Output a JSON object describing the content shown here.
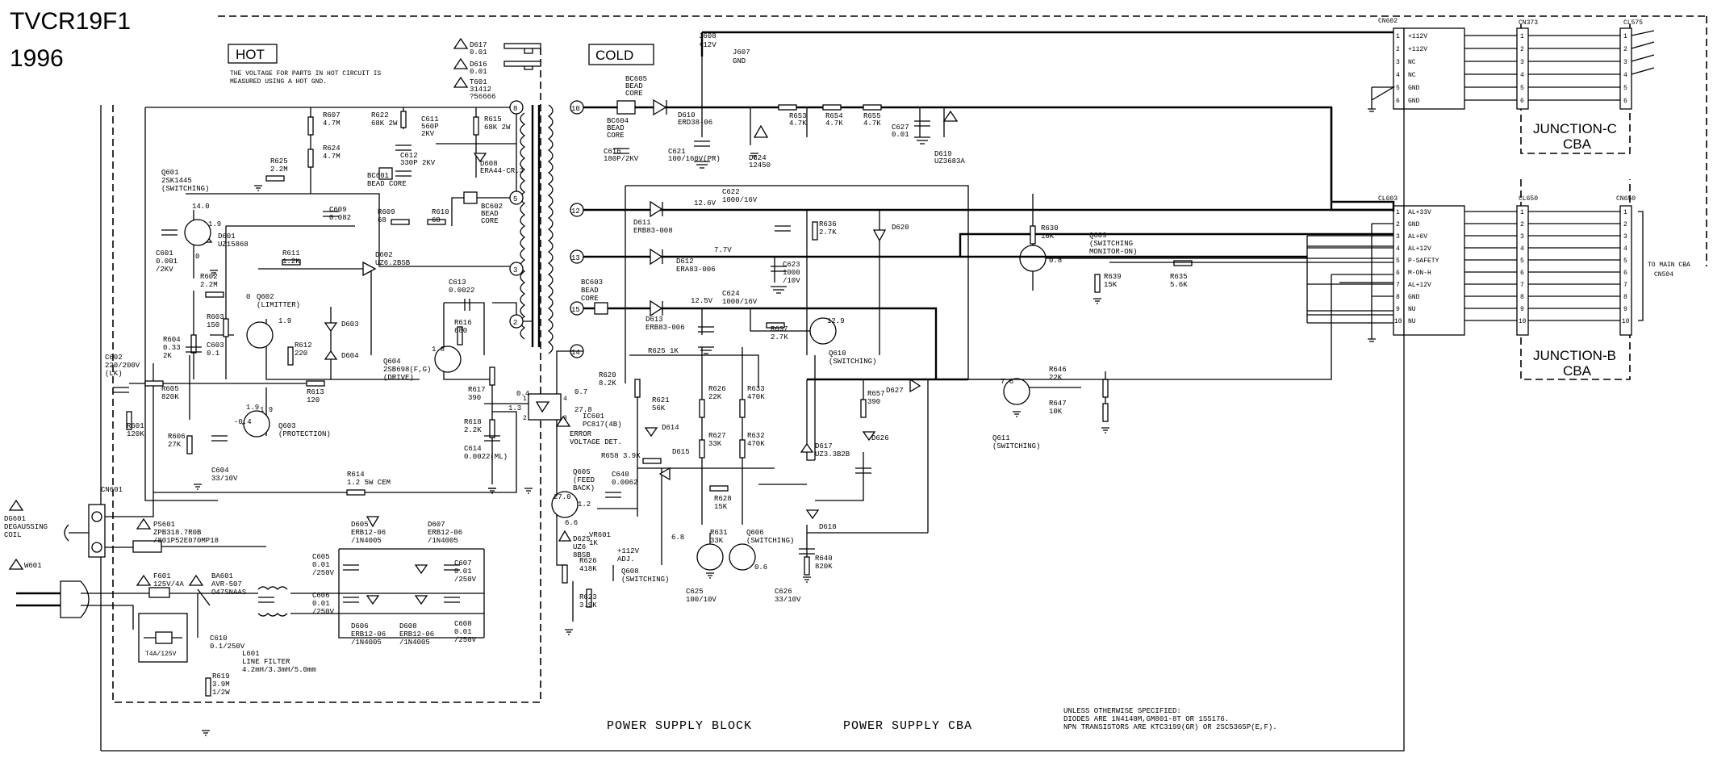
{
  "header": {
    "model": "TVCR19F1",
    "year": "1996"
  },
  "zones": {
    "hot": "HOT",
    "cold": "COLD",
    "hot_note_1": "THE VOLTAGE FOR PARTS IN HOT CIRCUIT IS",
    "hot_note_2": "MEASURED USING A HOT GND."
  },
  "footer": {
    "block_name": "POWER SUPPLY BLOCK",
    "cba_name": "POWER SUPPLY CBA",
    "notes": [
      "UNLESS OTHERWISE SPECIFIED:",
      "DIODES ARE 1N4148M,GM801-8T OR 1SS176.",
      "NPN TRANSISTORS ARE KTC3199(GR) OR 2SC5365P(E,F)."
    ]
  },
  "junction_c": {
    "title": "JUNCTION-C",
    "sub": "CBA",
    "cn602": "CN602",
    "cn373": "CN373",
    "cl575": "CL575",
    "pins": [
      {
        "n": "1",
        "sig": "+112V"
      },
      {
        "n": "2",
        "sig": "+112V"
      },
      {
        "n": "3",
        "sig": "NC"
      },
      {
        "n": "4",
        "sig": "NC"
      },
      {
        "n": "5",
        "sig": "GND"
      },
      {
        "n": "6",
        "sig": "GND"
      }
    ]
  },
  "junction_b": {
    "title": "JUNCTION-B",
    "sub": "CBA",
    "cl603": "CL603",
    "cl650": "CL650",
    "cn650": "CN650",
    "to_main_1": "TO MAIN CBA",
    "to_main_2": "CN504",
    "pins": [
      {
        "n": "1",
        "sig": "AL+33V"
      },
      {
        "n": "2",
        "sig": "GND"
      },
      {
        "n": "3",
        "sig": "AL+6V"
      },
      {
        "n": "4",
        "sig": "AL+12V"
      },
      {
        "n": "5",
        "sig": "P-SAFETY"
      },
      {
        "n": "6",
        "sig": "M-ON-H"
      },
      {
        "n": "7",
        "sig": "AL+12V"
      },
      {
        "n": "8",
        "sig": "GND"
      },
      {
        "n": "9",
        "sig": "NU"
      },
      {
        "n": "10",
        "sig": "NU"
      }
    ]
  },
  "transformer_pins": [
    "8",
    "5",
    "3",
    "2",
    "10",
    "12",
    "13",
    "15",
    "14"
  ],
  "labels": {
    "d617": [
      "D617",
      "0.01"
    ],
    "d616": [
      "D616",
      "0.01"
    ],
    "t601": [
      "T601",
      "31412",
      "?56666"
    ],
    "j608": [
      "J608",
      "+12V"
    ],
    "j607": [
      "J607",
      "GND"
    ],
    "bc605": [
      "BC605",
      "BEAD",
      "CORE"
    ],
    "bc604": [
      "BC604",
      "BEAD",
      "CORE"
    ],
    "d610": [
      "D610",
      "ERD38-06"
    ],
    "c616": [
      "C616",
      "180P/2KV"
    ],
    "c621": [
      "C621",
      "100/160V(PR)"
    ],
    "d624": [
      "D624",
      "12450"
    ],
    "r653": [
      "R653",
      "4.7K"
    ],
    "r654": [
      "R654",
      "4.7K"
    ],
    "r655": [
      "R655",
      "4.7K"
    ],
    "c627": [
      "C627",
      "0.01"
    ],
    "d619": [
      "D619",
      "UZ3683A"
    ],
    "r607": [
      "R607",
      "4.7M"
    ],
    "r624": [
      "R624",
      "4.7M"
    ],
    "r622": [
      "R622",
      "68K 2W"
    ],
    "c611": [
      "C611",
      "560P",
      "2KV"
    ],
    "c612": [
      "C612",
      "330P 2KV"
    ],
    "r615": [
      "R615",
      "68K 2W"
    ],
    "d608": [
      "D608",
      "ERA44-CR.3"
    ],
    "r625": [
      "R625",
      "2.2M"
    ],
    "q601": [
      "Q601",
      "2SK1445",
      "(SWITCHING)"
    ],
    "bc601": [
      "BC601",
      "BEAD CORE"
    ],
    "bc602": [
      "BC602",
      "BEAD",
      "CORE"
    ],
    "d601": [
      "D601",
      "UZ15868"
    ],
    "c609": [
      "C609",
      "0.082"
    ],
    "r609": [
      "R609",
      "68"
    ],
    "r610": [
      "R610",
      "68"
    ],
    "c601": [
      "C601",
      "0.001",
      "/2KV"
    ],
    "r611": [
      "R611",
      "1.2K"
    ],
    "d602": [
      "D602",
      "UZ6.2BSB"
    ],
    "r602": [
      "R602",
      "2.2M"
    ],
    "q602": [
      "Q602",
      "(LIMITTER)"
    ],
    "d603": [
      "D603"
    ],
    "d604": [
      "D604"
    ],
    "r603": [
      "R603",
      "150"
    ],
    "c603": [
      "C603",
      "0.1"
    ],
    "r612": [
      "R612",
      "220"
    ],
    "r604": [
      "R604",
      "0.33",
      "2K"
    ],
    "c613": [
      "C613",
      "0.0022"
    ],
    "r616": [
      "R616",
      "680"
    ],
    "q604": [
      "Q604",
      "2SB698(F,G)",
      "(DRIVE)"
    ],
    "c602": [
      "C602",
      "220/200V",
      "(LK)"
    ],
    "r605": [
      "R605",
      "820K"
    ],
    "r613": [
      "R613",
      "120"
    ],
    "r601": [
      "R601",
      "120K"
    ],
    "r617": [
      "R617",
      "390"
    ],
    "q603": [
      "Q603",
      "(PROTECTION)"
    ],
    "r606": [
      "R606",
      "27K"
    ],
    "c604": [
      "C604",
      "33/10V"
    ],
    "r618": [
      "R618",
      "2.2K"
    ],
    "c614": [
      "C614",
      "0.0022(ML)"
    ],
    "r614": [
      "R614",
      "1.2 5W CEM"
    ],
    "cn601": [
      "CN601"
    ],
    "dg601": [
      "DG601",
      "DEGAUSSING",
      "COIL"
    ],
    "ps601": [
      "PS601",
      "ZPB318.7R0B",
      "/801P52E070MP18"
    ],
    "w601": [
      "W601"
    ],
    "f601": [
      "F601",
      "125V/4A"
    ],
    "ba601": [
      "BA601",
      "AVR-507",
      "O47SNAAS"
    ],
    "c610": [
      "C610",
      "0.1/250V"
    ],
    "l601": [
      "L601",
      "LINE FILTER",
      "4.2mH/3.3mH/5.0mm"
    ],
    "fuse_label": [
      "T4A/125V"
    ],
    "c605": [
      "C605",
      "0.01",
      "/250V"
    ],
    "c606": [
      "C606",
      "0.01",
      "/250V"
    ],
    "d605": [
      "D605",
      "ERB12-06",
      "/1N4005"
    ],
    "d607": [
      "D607",
      "ERB12-06",
      "/1N4005"
    ],
    "d606": [
      "D606",
      "ERB12-06",
      "/1N4005"
    ],
    "d608b": [
      "D608",
      "ERB12-06",
      "/1N4005"
    ],
    "c607": [
      "C607",
      "0.01",
      "/250V"
    ],
    "c608": [
      "C608",
      "0.01",
      "/250V"
    ],
    "r619": [
      "R619",
      "3.9M",
      "1/2W"
    ],
    "d611": [
      "D611",
      "ERB83-008"
    ],
    "c622": [
      "C622",
      "1000/16V"
    ],
    "d612": [
      "D612",
      "ERA83-006"
    ],
    "c623": [
      "C623",
      "1000",
      "/10V"
    ],
    "bc603": [
      "BC603",
      "BEAD",
      "CORE"
    ],
    "d613": [
      "D613",
      "ERB83-006"
    ],
    "c624": [
      "C624",
      "1000/16V"
    ],
    "r636": [
      "R636",
      "2.7K"
    ],
    "d620": [
      "D620"
    ],
    "r637": [
      "R637",
      "2.7K"
    ],
    "q610": [
      "Q610",
      "(SWITCHING)"
    ],
    "r630": [
      "R630",
      "10K"
    ],
    "q609": [
      "Q609",
      "(SWITCHING",
      "MONITOR-ON)"
    ],
    "r639": [
      "R639",
      "15K"
    ],
    "r635": [
      "R635",
      "5.6K"
    ],
    "r620": [
      "R620",
      "8.2K"
    ],
    "r621": [
      "R621",
      "56K"
    ],
    "r625b": [
      "R625 1K"
    ],
    "r626": [
      "R626",
      "22K"
    ],
    "r633": [
      "R633",
      "470K"
    ],
    "r632": [
      "R632",
      "470K"
    ],
    "r627": [
      "R627",
      "33K"
    ],
    "d614": [
      "D614"
    ],
    "d615": [
      "D615"
    ],
    "ic601": [
      "IC601",
      "PC817(4B)"
    ],
    "error_v": [
      "ERROR",
      "VOLTAGE DET."
    ],
    "r658": [
      "R658 3.9K"
    ],
    "c640": [
      "C640",
      "0.0062"
    ],
    "q605": [
      "Q605",
      "(FEED",
      "BACK)"
    ],
    "r628": [
      "R628",
      "15K"
    ],
    "d617b": [
      "D617",
      "UZ3.3B2B"
    ],
    "r657": [
      "R657",
      "390"
    ],
    "d627": [
      "D627"
    ],
    "d626": [
      "D626"
    ],
    "q611": [
      "Q611",
      "(SWITCHING)"
    ],
    "r646": [
      "R646",
      "22K"
    ],
    "r647": [
      "R647",
      "10K"
    ],
    "d625": [
      "D625",
      "UZ6",
      "8BSB"
    ],
    "r626b": [
      "R626",
      "418K"
    ],
    "vr601": [
      "VR601",
      "1K",
      "+112V",
      "ADJ."
    ],
    "r623": [
      "R623",
      "3.9K"
    ],
    "q608": [
      "Q608",
      "(SWITCHING)"
    ],
    "r631": [
      "R631",
      "33K"
    ],
    "q606": [
      "Q606",
      "(SWITCHING)"
    ],
    "d618": [
      "D618"
    ],
    "r640": [
      "R640",
      "820K"
    ],
    "c625": [
      "C625",
      "100/10V"
    ],
    "c626": [
      "C626",
      "33/10V"
    ]
  },
  "voltages": [
    "14.0",
    "1.9",
    "0",
    "0",
    "1.9",
    "1.9",
    "1.8",
    "-0.4",
    "1.9",
    "0.4",
    "1.3",
    "0.7",
    "27.8",
    "12.6V",
    "7.7V",
    "12.5V",
    "12.9",
    "0.8",
    "7.6",
    "27.0",
    "1.2",
    "6.6",
    "6.8",
    "0.6"
  ],
  "pins_ic": [
    "1",
    "2",
    "3",
    "4"
  ]
}
